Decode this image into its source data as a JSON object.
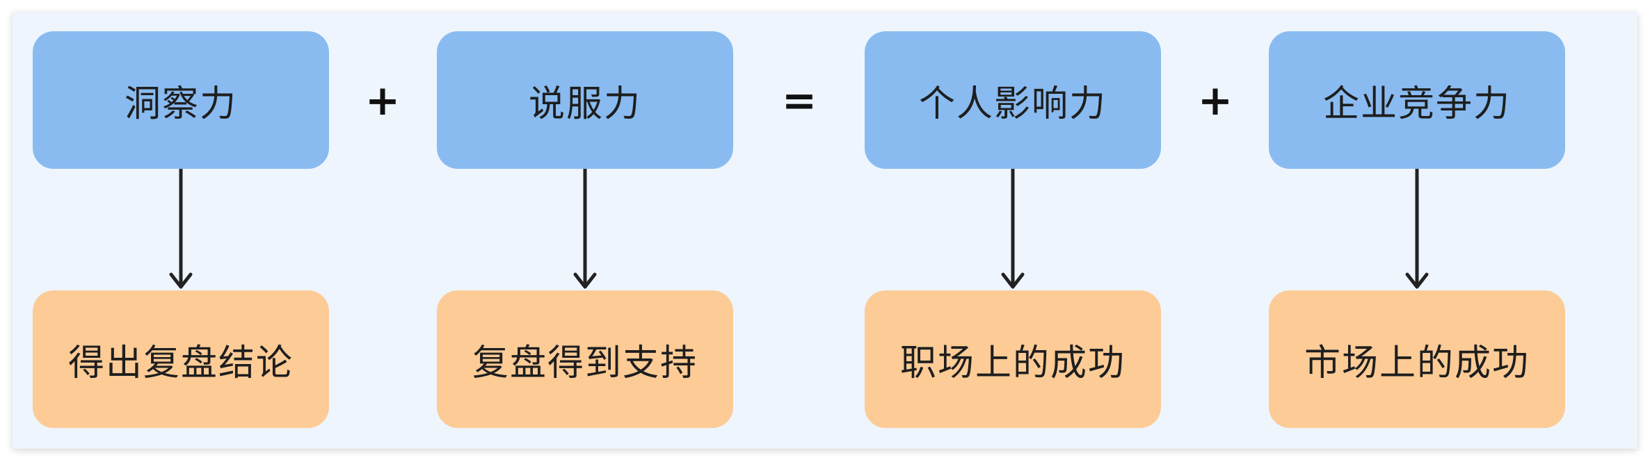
{
  "diagram": {
    "top_row": [
      "洞察力",
      "说服力",
      "个人影响力",
      "企业竞争力"
    ],
    "bottom_row": [
      "得出复盘结论",
      "复盘得到支持",
      "职场上的成功",
      "市场上的成功"
    ],
    "operators": [
      "+",
      "=",
      "+"
    ]
  },
  "colors": {
    "background": "#eef5fd",
    "top_box": "#89bbf0",
    "bottom_box": "#fdcb96",
    "arrow": "#222222"
  }
}
